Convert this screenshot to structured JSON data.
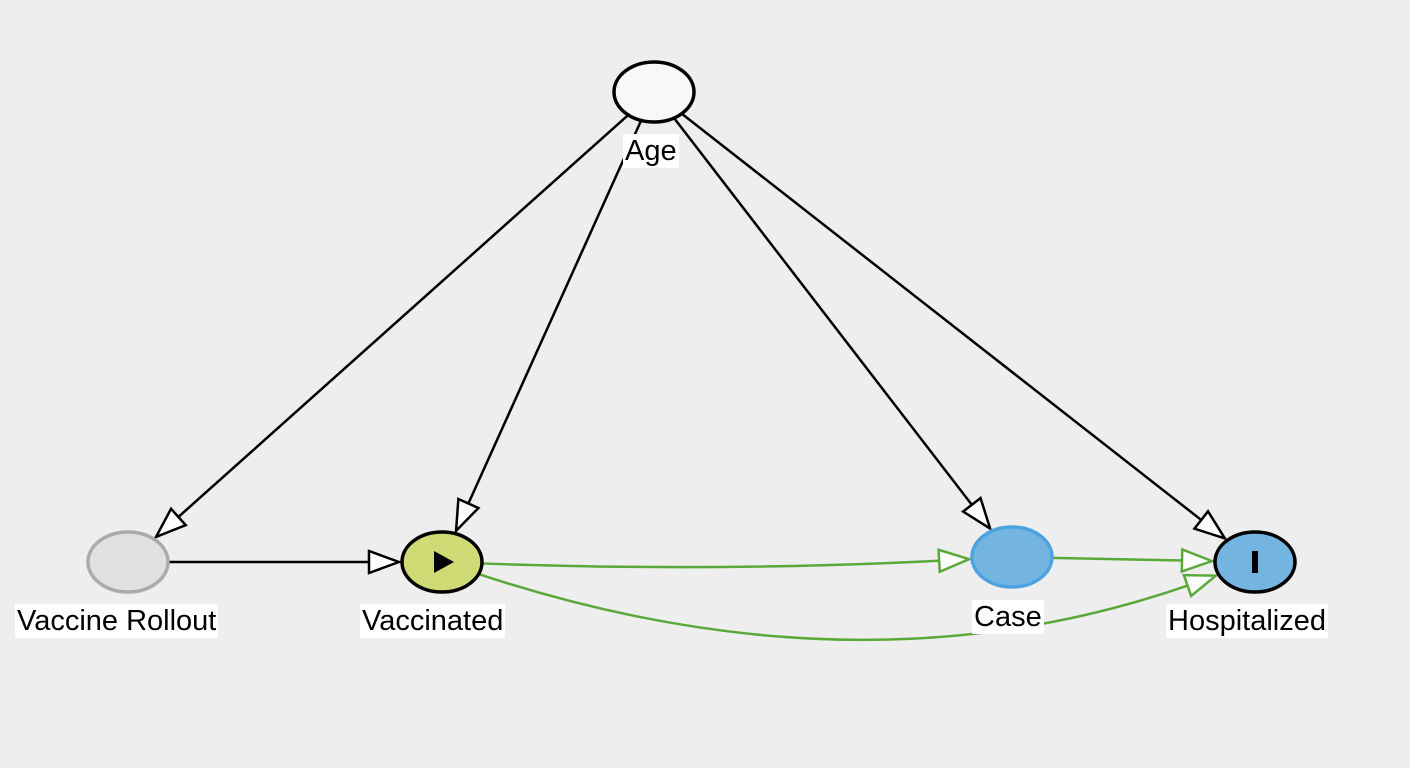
{
  "diagram": {
    "nodes": [
      {
        "id": "age",
        "label": "Age",
        "kind": "adjusted",
        "fill": "#f8f8f8",
        "stroke": "#000000",
        "icon": ""
      },
      {
        "id": "vaccine_rollout",
        "label": "Vaccine Rollout",
        "kind": "unobserved",
        "fill": "#e0e0e0",
        "stroke": "#aaaaaa",
        "icon": ""
      },
      {
        "id": "vaccinated",
        "label": "Vaccinated",
        "kind": "exposure",
        "fill": "#cedb74",
        "stroke": "#000000",
        "icon": "play-icon"
      },
      {
        "id": "case",
        "label": "Case",
        "kind": "ancestor-of-outcome",
        "fill": "#74b4e0",
        "stroke": "#4da3e0",
        "icon": ""
      },
      {
        "id": "hospitalized",
        "label": "Hospitalized",
        "kind": "outcome",
        "fill": "#74b4e0",
        "stroke": "#000000",
        "icon": "bar-icon"
      }
    ],
    "edges": [
      {
        "from": "age",
        "to": "vaccine_rollout",
        "color": "#000000"
      },
      {
        "from": "age",
        "to": "vaccinated",
        "color": "#000000"
      },
      {
        "from": "age",
        "to": "case",
        "color": "#000000"
      },
      {
        "from": "age",
        "to": "hospitalized",
        "color": "#000000"
      },
      {
        "from": "vaccine_rollout",
        "to": "vaccinated",
        "color": "#000000"
      },
      {
        "from": "vaccinated",
        "to": "case",
        "color": "#5aa83a"
      },
      {
        "from": "case",
        "to": "hospitalized",
        "color": "#5aa83a"
      },
      {
        "from": "vaccinated",
        "to": "hospitalized",
        "color": "#5aa83a"
      }
    ]
  }
}
